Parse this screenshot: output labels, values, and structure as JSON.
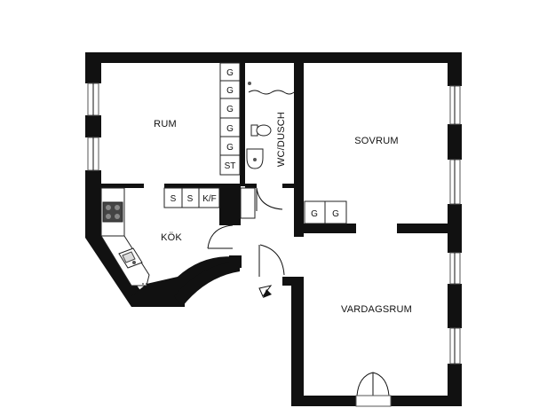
{
  "rooms": {
    "rum": "RUM",
    "sovrum": "SOVRUM",
    "kok": "KÖK",
    "wc_dusch": "WC/DUSCH",
    "vardagsrum": "VARDAGSRUM"
  },
  "fixtures": {
    "wardrobe_rum": [
      "G",
      "G",
      "G",
      "G",
      "G",
      "ST"
    ],
    "kitchen_units": [
      "S",
      "S",
      "K/F"
    ],
    "wardrobe_sovrum": [
      "G",
      "G"
    ]
  },
  "colors": {
    "wall": "#111111",
    "background": "#ffffff"
  }
}
